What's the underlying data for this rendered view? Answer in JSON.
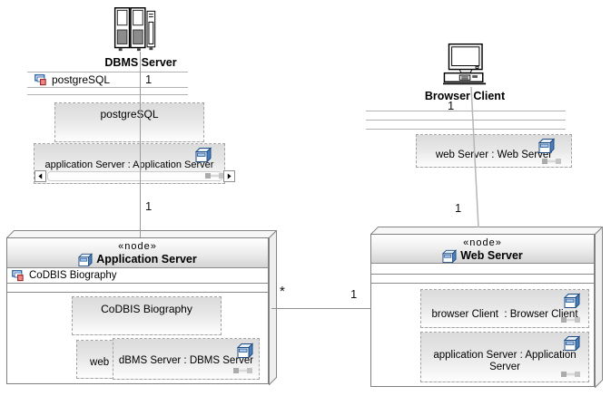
{
  "diagram_type": "uml-deployment-diagram",
  "colors": {
    "component_blue": "#4a7ebb",
    "component_blue_dark": "#1d4a80",
    "artifact_red": "#ef8585",
    "artifact_red_border": "#9c2b2b",
    "connection_gray": "#9a9a9a",
    "node_border_gray": "#7f7f7f",
    "dashed_border_gray": "#a3a3a3",
    "compartment_line_gray": "#b2b2b2"
  },
  "icons": {
    "dbms_device": "server-tower-icon",
    "client_device": "desktop-computer-icon",
    "component": "component-cube-icon",
    "artifact": "artifact-icon",
    "ports": "ports-adornment-icon",
    "scroll_left": "scroll-left-arrow-icon",
    "scroll_right": "scroll-right-arrow-icon"
  },
  "dbms_group": {
    "device_name": "DBMS Server",
    "artifact_label": "postgreSQL",
    "mult_top": "1",
    "mult_bottom": "1",
    "instance_postgres": "postgreSQL",
    "instance_app_server": "application Server : Application Server"
  },
  "browser_group": {
    "device_name": "Browser Client",
    "mult_top": "1",
    "mult_bottom": "1",
    "instance_web_server": "web Server : Web Server"
  },
  "node_app_server": {
    "stereotype": "«node»",
    "name": "Application Server",
    "artifact_label": "CoDBIS Biography",
    "instance_codbis": "CoDBIS Biography",
    "instance_partial": "web S",
    "instance_dbms": "dBMS Server : DBMS Server"
  },
  "node_web_server": {
    "stereotype": "«node»",
    "name": "Web Server",
    "instance_browser": "browser Client  : Browser Client",
    "instance_app_server": "application Server : Application Server"
  },
  "association": {
    "mult_app_side": "*",
    "mult_web_side": "1"
  }
}
